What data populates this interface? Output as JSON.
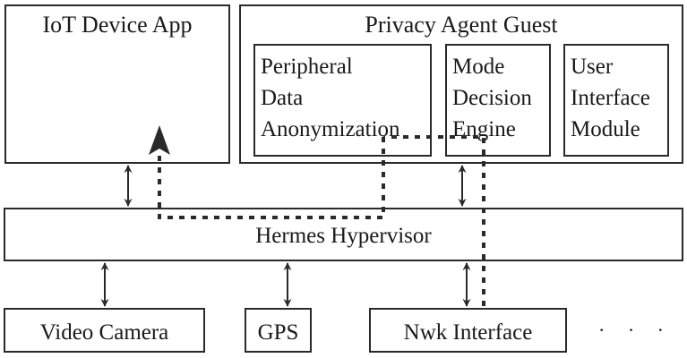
{
  "diagram": {
    "iot_app": {
      "title": "IoT Device App"
    },
    "privacy_agent": {
      "title": "Privacy Agent Guest",
      "modules": [
        {
          "label": "Peripheral\nData\nAnonymization"
        },
        {
          "label": "Mode\nDecision\nEngine"
        },
        {
          "label": "User\nInterface\nModule"
        }
      ]
    },
    "hypervisor": {
      "label": "Hermes Hypervisor"
    },
    "peripherals": [
      {
        "label": "Video Camera"
      },
      {
        "label": "GPS"
      },
      {
        "label": "Nwk Interface"
      }
    ],
    "more_indicator": "· · ·"
  }
}
